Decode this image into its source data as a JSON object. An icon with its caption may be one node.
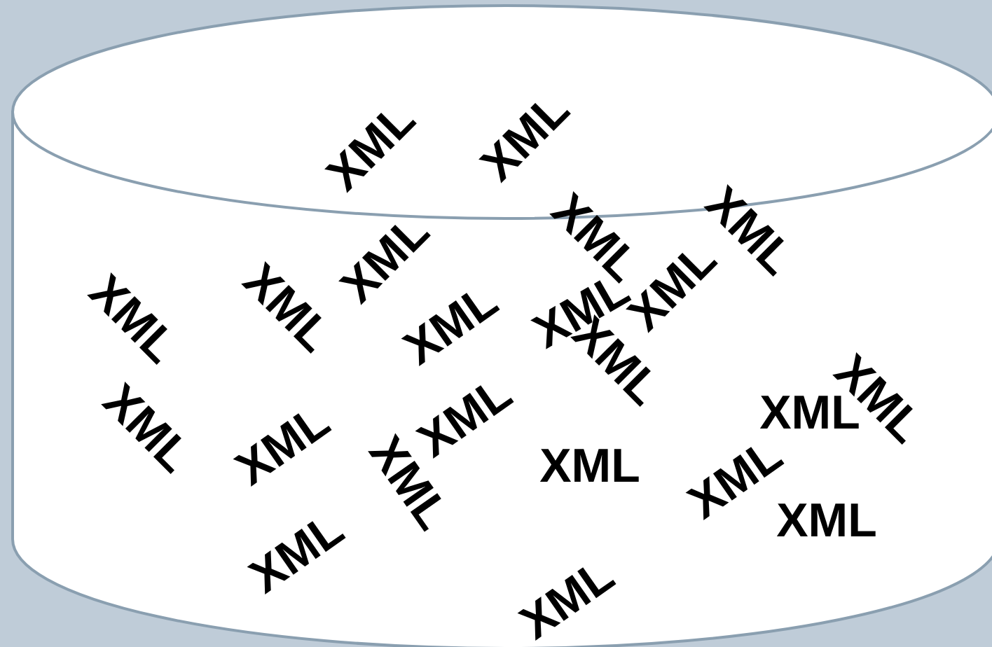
{
  "diagram": {
    "nodes": [
      {
        "text": [
          "XML",
          "XML",
          "XML",
          "XML",
          "XML",
          "XML",
          "XML",
          "XML",
          "XML",
          "XML",
          "XML",
          "XML",
          "XML",
          "XML",
          "XML",
          "XML",
          "XML",
          "XML",
          "XML",
          "XML",
          "XML",
          "XML"
        ]
      }
    ]
  }
}
